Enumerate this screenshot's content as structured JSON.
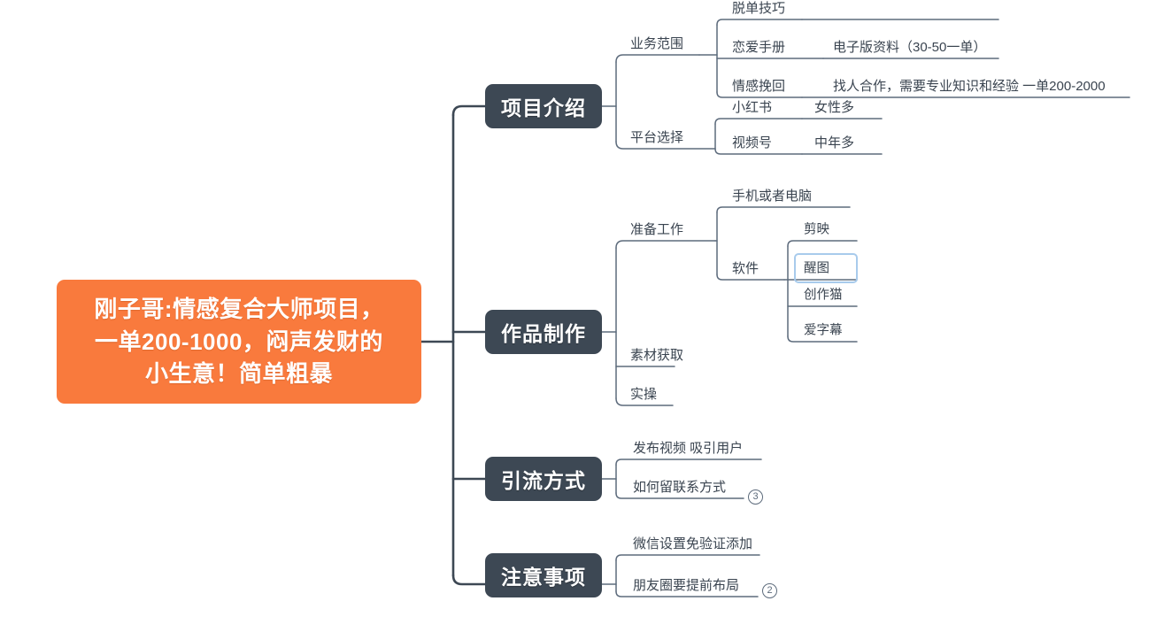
{
  "colors": {
    "root_bg": "#F97A3D",
    "branch_bg": "#3D4854",
    "trunk_line": "#3D4854",
    "sub_line": "#5D6B7C",
    "text": "#3A4450",
    "selection_border": "#A8CBEC",
    "canvas_bg": "#FFFFFF"
  },
  "root": {
    "label": "刚子哥:情感复合大师项目，\n一单200-1000，闷声发财的\n小生意！简单粗暴"
  },
  "branches": [
    {
      "label": "项目介绍",
      "children": [
        {
          "label": "业务范围",
          "children": [
            {
              "label": "脱单技巧",
              "detail": ""
            },
            {
              "label": "恋爱手册",
              "detail": "电子版资料（30-50一单）"
            },
            {
              "label": "情感挽回",
              "detail": "找人合作，需要专业知识和经验  一单200-2000"
            }
          ]
        },
        {
          "label": "平台选择",
          "children": [
            {
              "label": "小红书",
              "detail": "女性多"
            },
            {
              "label": "视频号",
              "detail": "中年多"
            }
          ]
        }
      ]
    },
    {
      "label": "作品制作",
      "children": [
        {
          "label": "准备工作",
          "children": [
            {
              "label": "手机或者电脑",
              "detail": ""
            },
            {
              "label": "软件",
              "detail": "",
              "children": [
                {
                  "label": "剪映",
                  "selected": false
                },
                {
                  "label": "醒图",
                  "selected": true
                },
                {
                  "label": "创作猫",
                  "selected": false
                },
                {
                  "label": "爱字幕",
                  "selected": false
                }
              ]
            }
          ]
        },
        {
          "label": "素材获取",
          "children": []
        },
        {
          "label": "实操",
          "children": []
        }
      ]
    },
    {
      "label": "引流方式",
      "children": [
        {
          "label": "发布视频 吸引用户",
          "detail": ""
        },
        {
          "label": "如何留联系方式",
          "detail": "",
          "badge": "3"
        }
      ]
    },
    {
      "label": "注意事项",
      "children": [
        {
          "label": "微信设置免验证添加",
          "detail": ""
        },
        {
          "label": "朋友圈要提前布局",
          "detail": "",
          "badge": "2"
        }
      ]
    }
  ]
}
